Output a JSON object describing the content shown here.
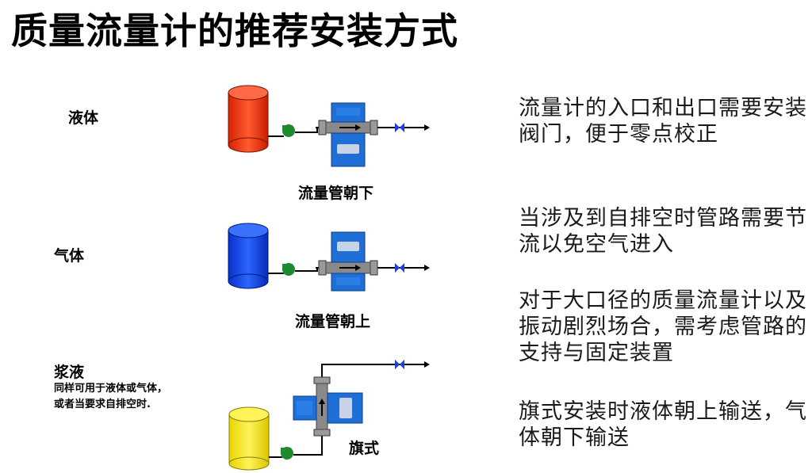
{
  "title": "质量流量计的推荐安装方式",
  "rows": [
    {
      "fluid": "液体",
      "caption": "流量管朝下",
      "tank_color": "#ff3300",
      "note": "流量计的入口和出口需要安装阀门，便于零点校正"
    },
    {
      "fluid": "气体",
      "caption": "流量管朝上",
      "tank_color": "#0a44ff",
      "note": "当涉及到自排空时管路需要节流以免空气进入"
    },
    {
      "fluid": "浆液",
      "caption": "旗式",
      "tank_color": "#ffee00",
      "sub_line1": "同样可用于液体或气体，",
      "sub_line2": "或者当要求自排空时.",
      "note": "对于大口径的质量流量计以及振动剧烈场合，需考虑管路的支持与固定装置"
    }
  ],
  "note4": "旗式安装时液体朝上输送，气体朝下输送",
  "colors": {
    "pump": "#1e8a2e",
    "meter_body": "#1f6fd6",
    "meter_panel": "#9fb4d6",
    "flow_tube": "#8a8a8a",
    "valve": "#1b3fd8"
  },
  "icons": [
    "tank-icon",
    "pump-icon",
    "flowmeter-icon",
    "valve-icon",
    "arrow-icon"
  ]
}
